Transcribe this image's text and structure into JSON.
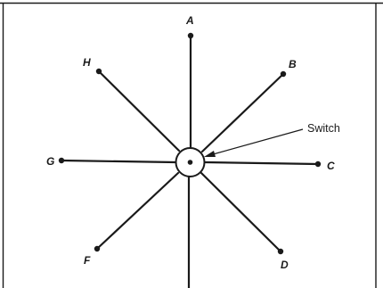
{
  "diagram": {
    "points": [
      {
        "id": "A",
        "label": "A"
      },
      {
        "id": "B",
        "label": "B"
      },
      {
        "id": "C",
        "label": "C"
      },
      {
        "id": "D",
        "label": "D"
      },
      {
        "id": "E",
        "label": ""
      },
      {
        "id": "F",
        "label": "F"
      },
      {
        "id": "G",
        "label": "G"
      },
      {
        "id": "H",
        "label": "H"
      }
    ],
    "callout": {
      "label": "Switch"
    },
    "colors": {
      "ink": "#1a1a1a",
      "background": "#ffffff"
    }
  }
}
